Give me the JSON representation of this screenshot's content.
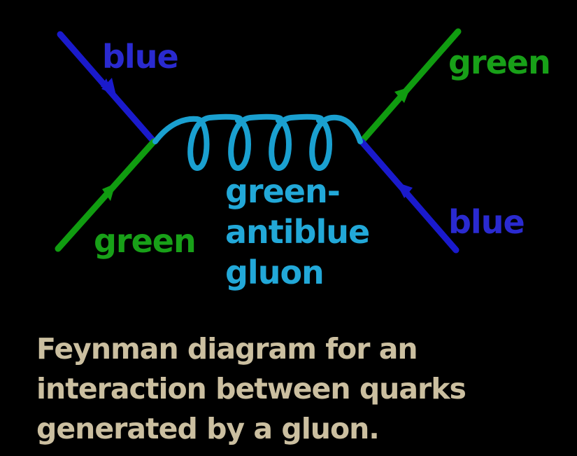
{
  "colors": {
    "background": "#000000",
    "blue": "#1a1acc",
    "green": "#109c10",
    "gluon": "#1aa0d0",
    "caption": "#cbbfa0"
  },
  "diagram": {
    "quarks": [
      {
        "id": "incoming-top-left",
        "label": "blue",
        "color": "blue"
      },
      {
        "id": "incoming-bottom-left",
        "label": "green",
        "color": "green"
      },
      {
        "id": "outgoing-top-right",
        "label": "green",
        "color": "green"
      },
      {
        "id": "outgoing-bottom-right",
        "label": "blue",
        "color": "blue"
      }
    ],
    "gluon": {
      "lines": [
        "green-",
        "antiblue",
        "gluon"
      ],
      "loops": 4
    }
  },
  "labels": {
    "top_left": "blue",
    "bottom_left": "green",
    "top_right": "green",
    "bottom_right": "blue"
  },
  "caption": "Feynman diagram for an interaction between quarks generated by a gluon."
}
